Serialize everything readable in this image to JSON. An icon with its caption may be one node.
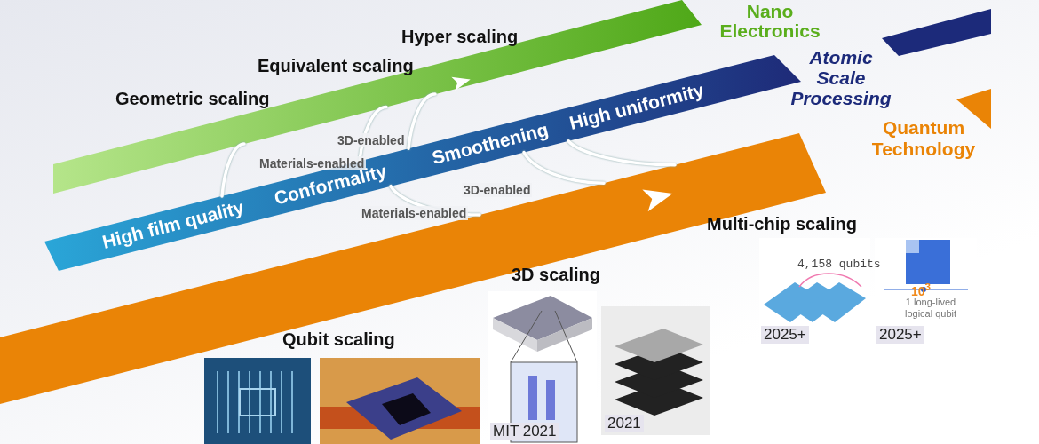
{
  "diagram": {
    "nodes": [
      {
        "text": [
          "Nano Electronics"
        ]
      },
      {
        "text": [
          "Atomic Scale Processing",
          "High film quality",
          "Conformality",
          "Smoothening",
          "High uniformity"
        ]
      },
      {
        "text": [
          "Quantum Technology"
        ]
      },
      {
        "text": [],
        "shape": "picture"
      },
      {
        "text": [],
        "shape": "picture"
      },
      {
        "text": [
          "MIT 2021"
        ]
      },
      {
        "text": [
          "2021"
        ]
      },
      {
        "text": [
          "4,158 qubits",
          "2025+"
        ]
      },
      {
        "text": [
          "10$^{3}$",
          "1 long-lived logical qubit",
          "2025+"
        ]
      }
    ],
    "edges": [
      {
        "from": 1,
        "to": 0,
        "arrow": "none"
      },
      {
        "from": 1,
        "to": 0,
        "arrow": "none",
        "label": "Materials-enabled"
      },
      {
        "from": 1,
        "to": 0,
        "arrow": "none",
        "label": "3D-enabled"
      },
      {
        "from": 1,
        "to": 2,
        "arrow": "none",
        "label": "Materials-enabled"
      },
      {
        "from": 1,
        "to": 2,
        "arrow": "none",
        "label": "3D-enabled"
      },
      {
        "from": 1,
        "to": 2,
        "arrow": "none"
      }
    ],
    "labels": [
      "Hyper scaling",
      "Equivalent scaling",
      "Geometric scaling",
      "Multi-chip scaling",
      "3D scaling",
      "Qubit scaling"
    ]
  }
}
